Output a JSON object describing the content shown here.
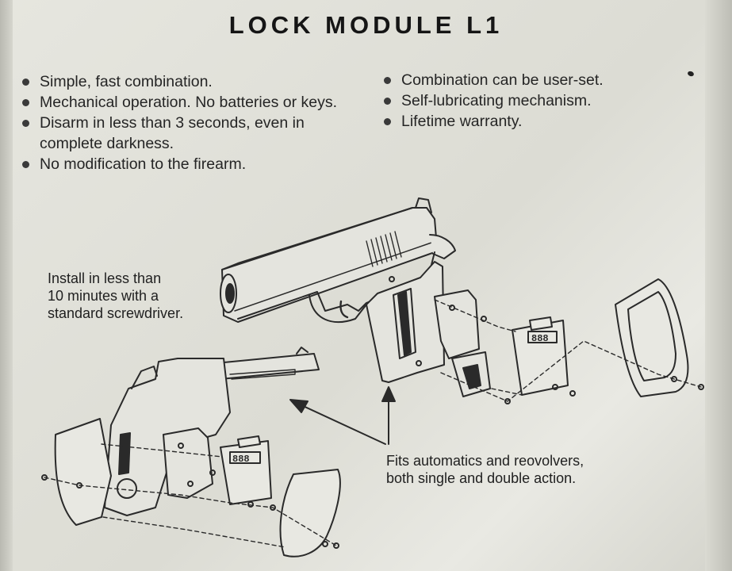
{
  "title": "LOCK MODULE L1",
  "features_left": [
    "Simple, fast combination.",
    "Mechanical operation. No batteries or keys.",
    "Disarm in less than 3 seconds, even in complete darkness.",
    "No modification to the firearm."
  ],
  "features_right": [
    "Combination can be user-set.",
    "Self-lubricating mechanism.",
    "Lifetime warranty."
  ],
  "install_note": [
    "Install in less than",
    "10 minutes with a",
    "standard screwdriver."
  ],
  "fits_note": [
    "Fits automatics and reovolvers,",
    "both single and double action."
  ],
  "dial_digits": "888"
}
